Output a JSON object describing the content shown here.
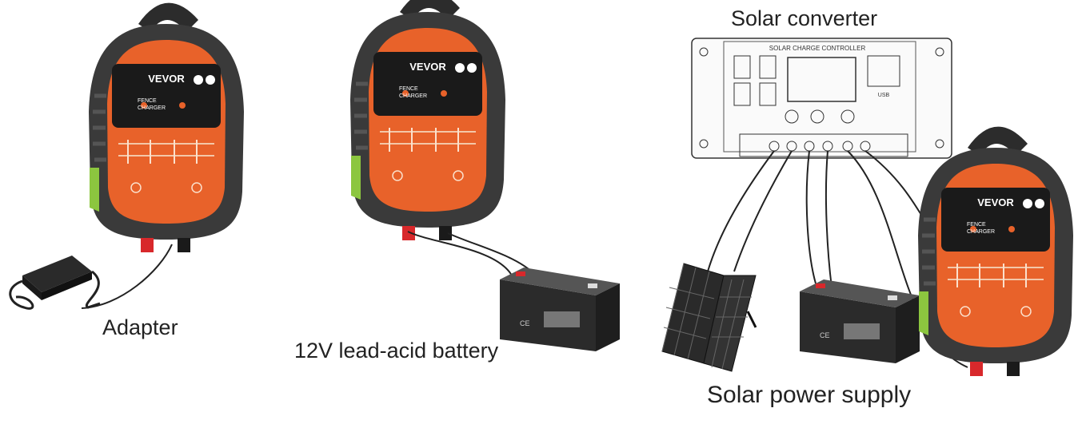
{
  "captions": {
    "adapter": "Adapter",
    "battery": "12V lead-acid battery",
    "solar_supply": "Solar power supply",
    "solar_converter": "Solar converter"
  },
  "charger": {
    "brand": "VEVOR",
    "label_line1": "FENCE",
    "label_line2": "CHARGER"
  },
  "controller": {
    "title": "SOLAR CHARGE CONTROLLER",
    "usb_label": "USB"
  },
  "battery_mark": "CE",
  "colors": {
    "charger_body": "#3a3a3a",
    "charger_face": "#e8622a",
    "charger_screen": "#1a1a1a",
    "line": "#222222",
    "terminal_red": "#d8282b"
  }
}
